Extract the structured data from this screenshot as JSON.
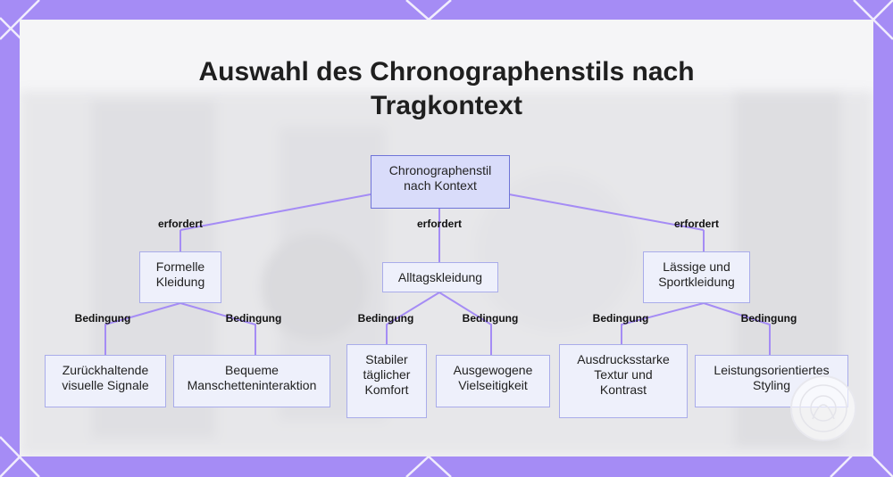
{
  "title_lines": [
    "Auswahl des Chronographenstils nach",
    "Tragkontext"
  ],
  "root": "Chronographenstil\nnach Kontext",
  "edge_labels": {
    "requires": "erfordert",
    "condition": "Bedingung"
  },
  "contexts": [
    {
      "label": "Formelle\nKleidung",
      "children": [
        "Zurückhaltende\nvisuelle Signale",
        "Bequeme\nManschetteninteraktion"
      ]
    },
    {
      "label": "Alltagskleidung",
      "children": [
        "Stabiler\ntäglicher\nKomfort",
        "Ausgewogene\nVielseitigkeit"
      ]
    },
    {
      "label": "Lässige und\nSportkleidung",
      "children": [
        "Ausdrucksstarke\nTextur und\nKontrast",
        "Leistungsorientiertes\nStyling"
      ]
    }
  ],
  "colors": {
    "frame": "#a58cf5",
    "edge": "#a58cf5",
    "root_fill": "#d9dcfa",
    "node_fill": "#eef0fb"
  }
}
